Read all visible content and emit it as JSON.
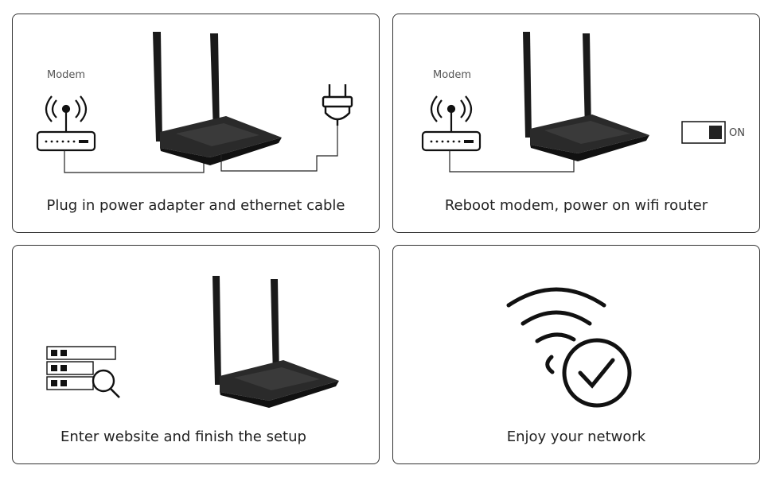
{
  "panels": [
    {
      "caption": "Plug in power adapter and ethernet cable",
      "modem_label": "Modem"
    },
    {
      "caption": "Reboot modem, power on wifi router",
      "modem_label": "Modem",
      "switch_label": "ON"
    },
    {
      "caption": "Enter website and finish the setup"
    },
    {
      "caption": "Enjoy your network"
    }
  ]
}
